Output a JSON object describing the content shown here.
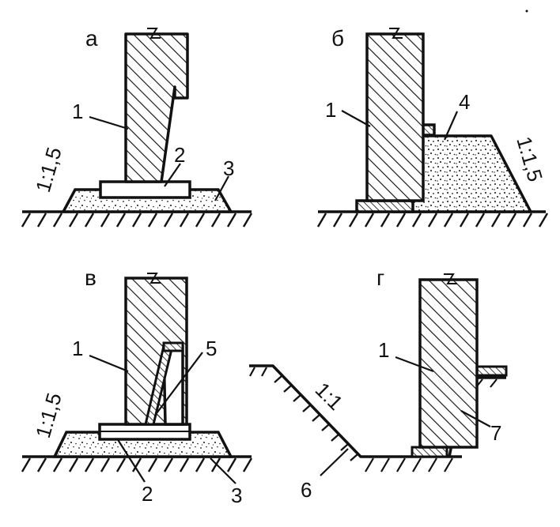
{
  "panels": [
    {
      "label": "а",
      "callouts": [
        "1",
        "2",
        "3"
      ],
      "slope": "1:1,5"
    },
    {
      "label": "б",
      "callouts": [
        "1",
        "4"
      ],
      "slope": "1:1,5"
    },
    {
      "label": "в",
      "callouts": [
        "1",
        "5",
        "2",
        "3"
      ],
      "slope": "1:1,5"
    },
    {
      "label": "г",
      "callouts": [
        "1",
        "7",
        "6"
      ],
      "slope": "1:1"
    }
  ]
}
